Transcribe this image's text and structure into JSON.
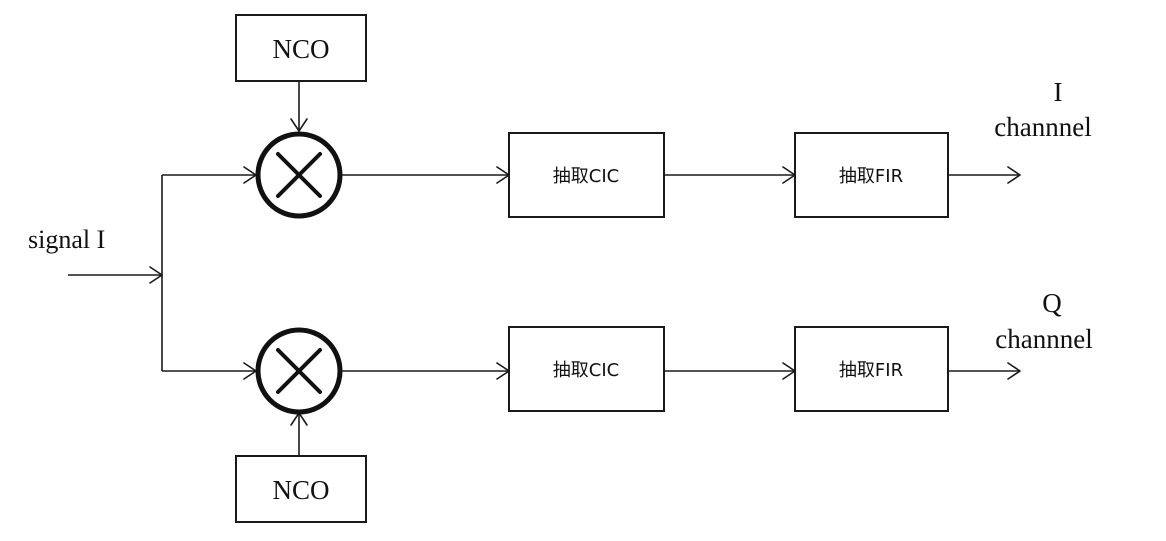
{
  "diagram": {
    "input_label": "signal I",
    "nco_top_label": "NCO",
    "nco_bottom_label": "NCO",
    "i_path": {
      "cic_label": "抽取CIC",
      "fir_label": "抽取FIR",
      "output_line1": "I",
      "output_line2": "channnel"
    },
    "q_path": {
      "cic_label": "抽取CIC",
      "fir_label": "抽取FIR",
      "output_line1": "Q",
      "output_line2": "channnel"
    }
  }
}
